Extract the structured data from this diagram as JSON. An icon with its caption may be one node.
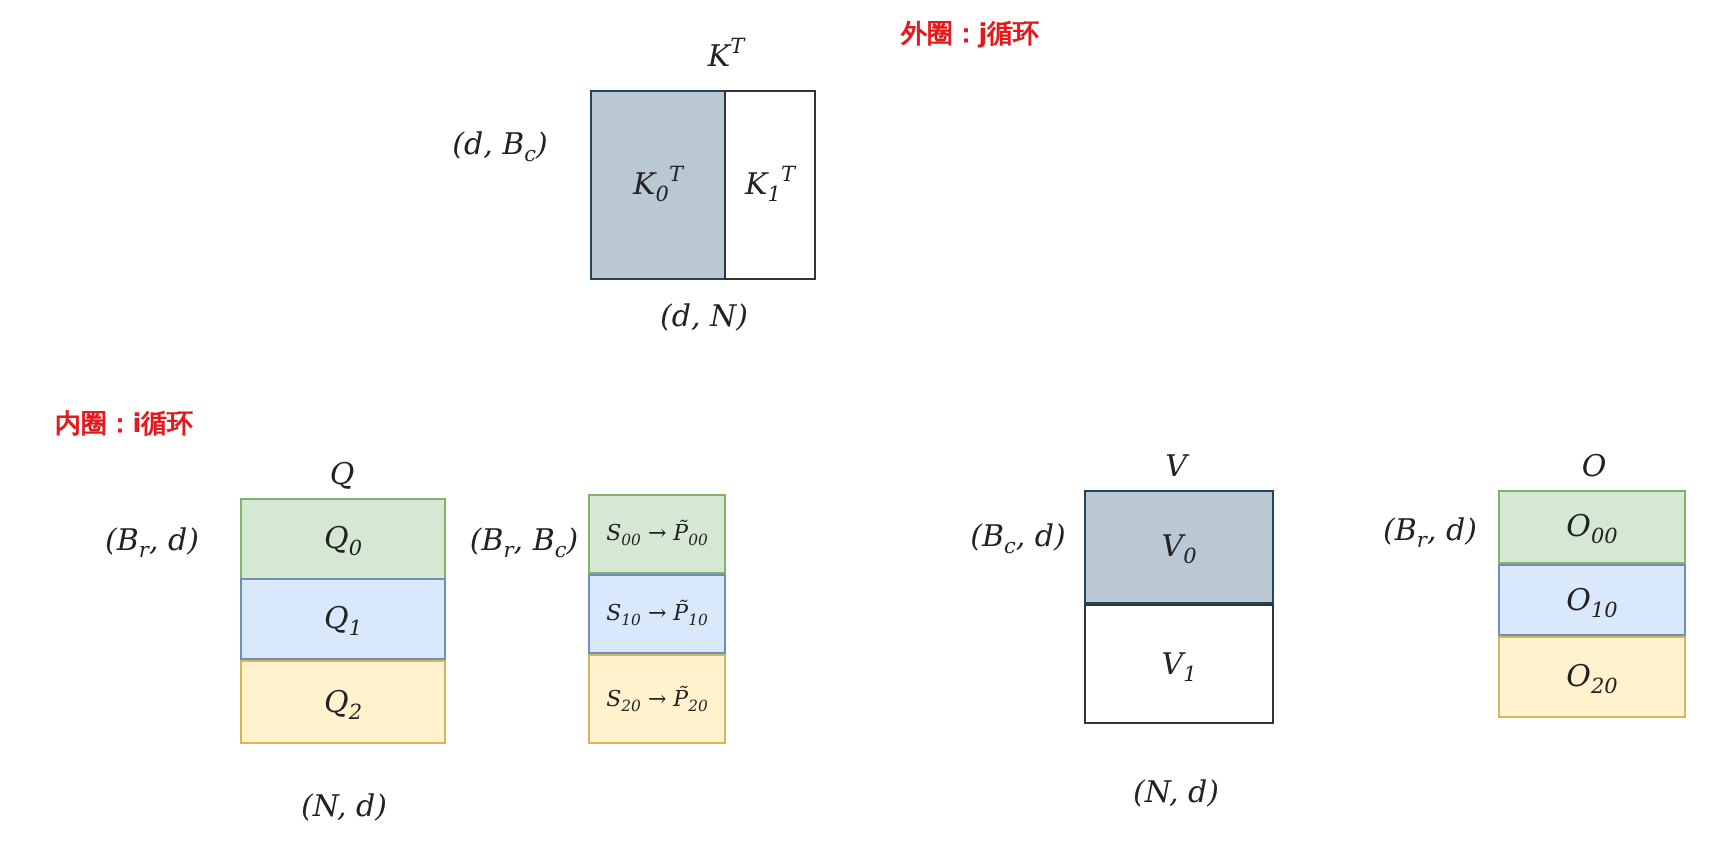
{
  "diagram": {
    "nodes": [
      {
        "text": [
          "K$_{0}$$^{T}$"
        ]
      },
      {
        "text": [
          "K$_{1}$$^{T}$"
        ]
      },
      {
        "text": [
          "Q$_{0}$"
        ]
      },
      {
        "text": [
          "Q$_{1}$"
        ]
      },
      {
        "text": [
          "Q$_{2}$"
        ]
      },
      {
        "text": [
          "S$_{00}$ → P̃$_{00}$"
        ]
      },
      {
        "text": [
          "S$_{10}$ → P̃$_{10}$"
        ]
      },
      {
        "text": [
          "S$_{20}$ → P̃$_{20}$"
        ]
      },
      {
        "text": [
          "V$_{0}$"
        ]
      },
      {
        "text": [
          "V$_{1}$"
        ]
      },
      {
        "text": [
          "O$_{00}$"
        ]
      },
      {
        "text": [
          "O$_{10}$"
        ]
      },
      {
        "text": [
          "O$_{20}$"
        ]
      }
    ],
    "edges": [],
    "labels": [
      "外圈：j循环",
      "K$^{T}$",
      "(d, B$_{c}$)",
      "(d, N)",
      "内圈：i循环",
      "Q",
      "(B$_{r}$, d)",
      "(B$_{r}$, B$_{c}$)",
      "V",
      "O",
      "(B$_{c}$, d)",
      "(B$_{r}$, d)",
      "(N, d)",
      "(N, d)"
    ]
  }
}
